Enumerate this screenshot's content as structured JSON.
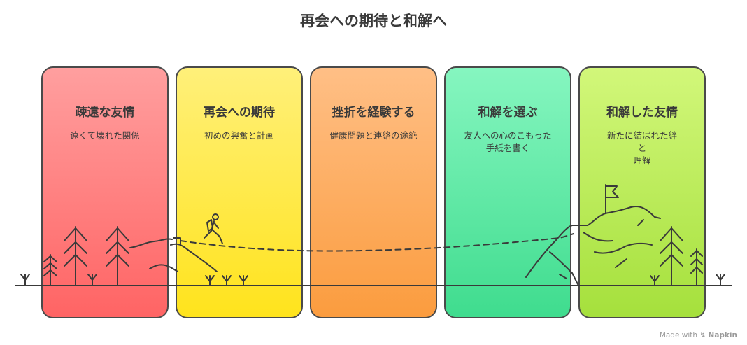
{
  "title": "再会への期待と和解へ",
  "stages": [
    {
      "title": "疎遠な友情",
      "subtitle": "遠くて壊れた関係",
      "color_top": "#ff9f9f",
      "color_bottom": "#ff6464"
    },
    {
      "title": "再会への期待",
      "subtitle": "初めの興奮と計画",
      "color_top": "#fff07a",
      "color_bottom": "#ffe31c"
    },
    {
      "title": "挫折を経験する",
      "subtitle": "健康問題と連絡の途絶",
      "color_top": "#ffbf86",
      "color_bottom": "#fb9c3e"
    },
    {
      "title": "和解を選ぶ",
      "subtitle": "友人への心のこもった\n手紙を書く",
      "color_top": "#86f6c0",
      "color_bottom": "#3fdc8e"
    },
    {
      "title": "和解した友情",
      "subtitle": "新たに結ばれた絆\nと\n理解",
      "color_top": "#d2f77a",
      "color_bottom": "#a5e03c"
    }
  ],
  "footer": {
    "made_with": "Made with",
    "brand": "Napkin"
  }
}
